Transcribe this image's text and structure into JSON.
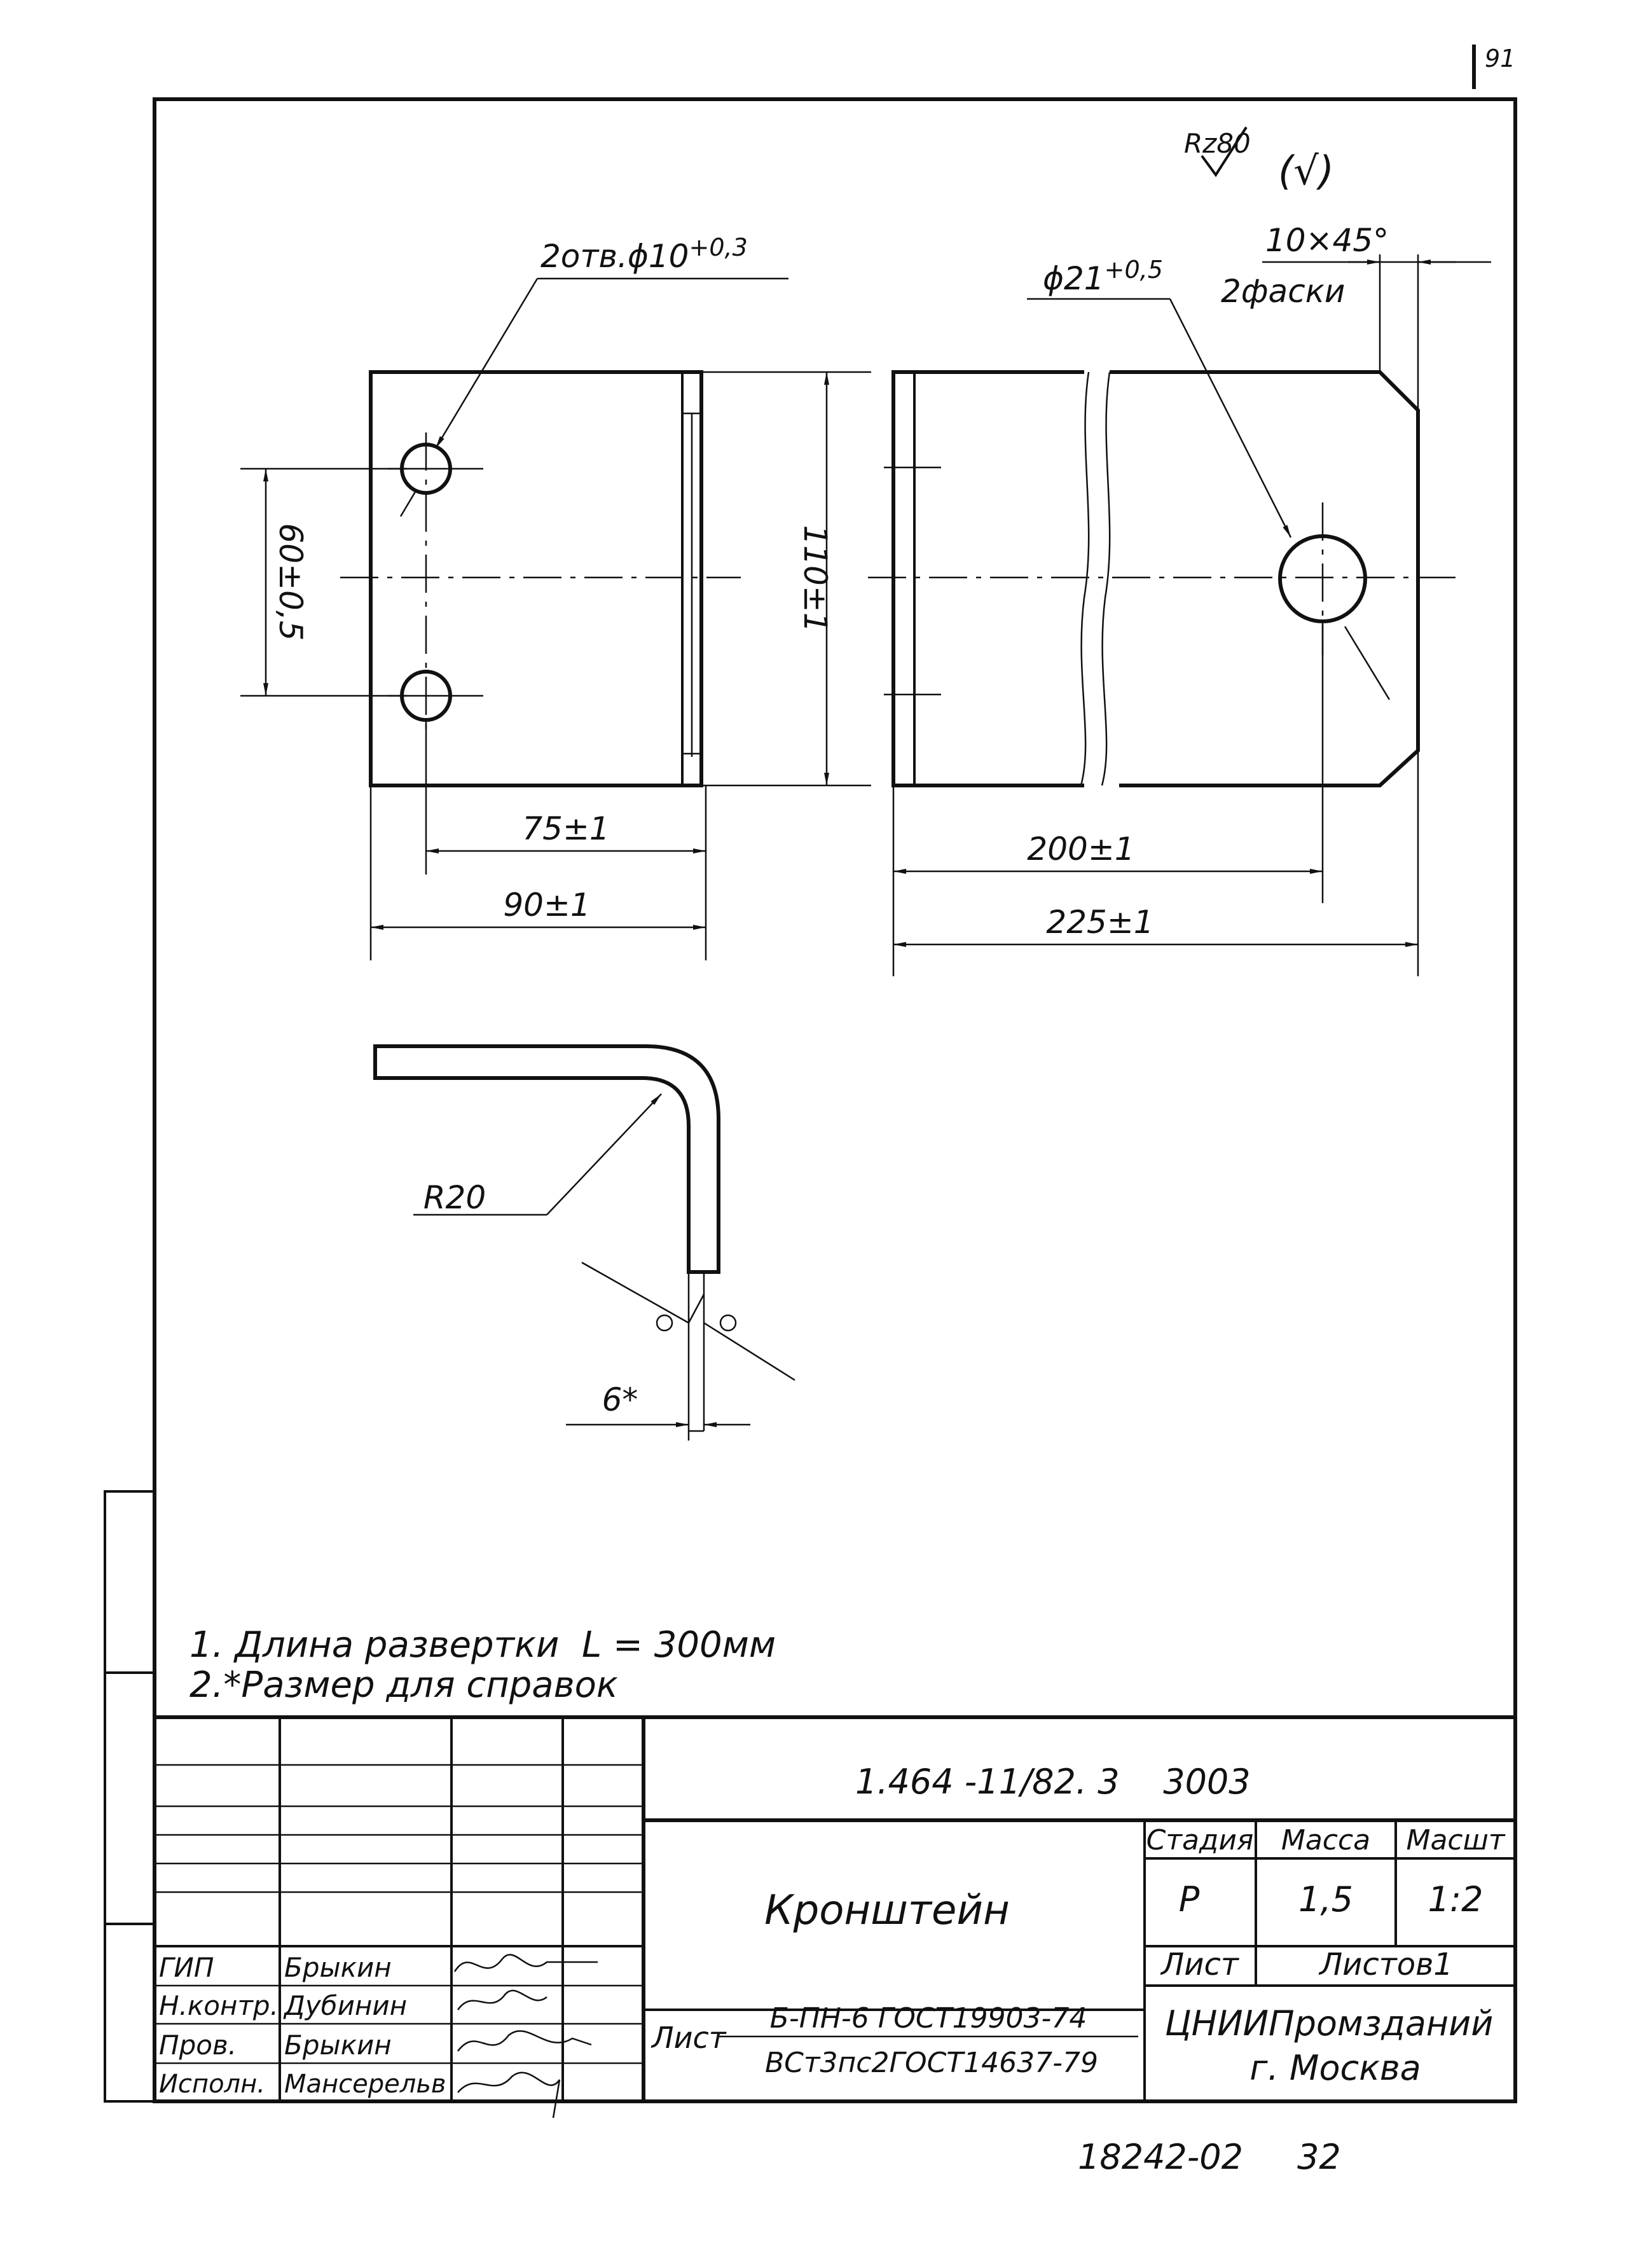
{
  "sheet_corner_number": "91",
  "roughness": {
    "general": "Rz80",
    "other": "(√)"
  },
  "holes_left": {
    "count_label": "2отв.",
    "diameter": "ϕ10",
    "tolerance": "+0,3"
  },
  "hole_right": {
    "diameter": "ϕ21",
    "tolerance": "+0,5"
  },
  "chamfer": {
    "size": "10×45°",
    "count": "2фаски"
  },
  "dimensions": {
    "hole_spacing": "60±0,5",
    "height": "110±1",
    "hole_offset": "75±1",
    "left_width": "90±1",
    "right_hole_offset": "200±1",
    "right_length": "225±1",
    "bend_radius": "R20",
    "thickness": "6*"
  },
  "notes": [
    "1. Длина развертки  L = 300мм",
    "2.*Размер для справок"
  ],
  "title_block": {
    "designation": "1.464 -11/82. 3    3003",
    "part_name": "Кронштейн",
    "headers": {
      "stage": "Стадия",
      "mass": "Масса",
      "scale": "Масшт"
    },
    "values": {
      "stage": "Р",
      "mass": "1,5",
      "scale": "1:2"
    },
    "sheet_label": "Лист",
    "sheets_label": "Листов1",
    "material_prefix": "Лист",
    "material_top": "Б-ПН-6 ГОСТ19903-74",
    "material_bottom": "ВСт3пс2ГОСТ14637-79",
    "organization": "ЦНИИПромзданий",
    "city": "г. Москва",
    "people": [
      {
        "role": "ГИП",
        "name": "Брыкин"
      },
      {
        "role": "Н.контр.",
        "name": "Дубинин"
      },
      {
        "role": "Пров.",
        "name": "Брыкин"
      },
      {
        "role": "Исполн.",
        "name": "Мансерельв"
      }
    ]
  },
  "footer": {
    "archive": "18242-02",
    "page": "32"
  }
}
